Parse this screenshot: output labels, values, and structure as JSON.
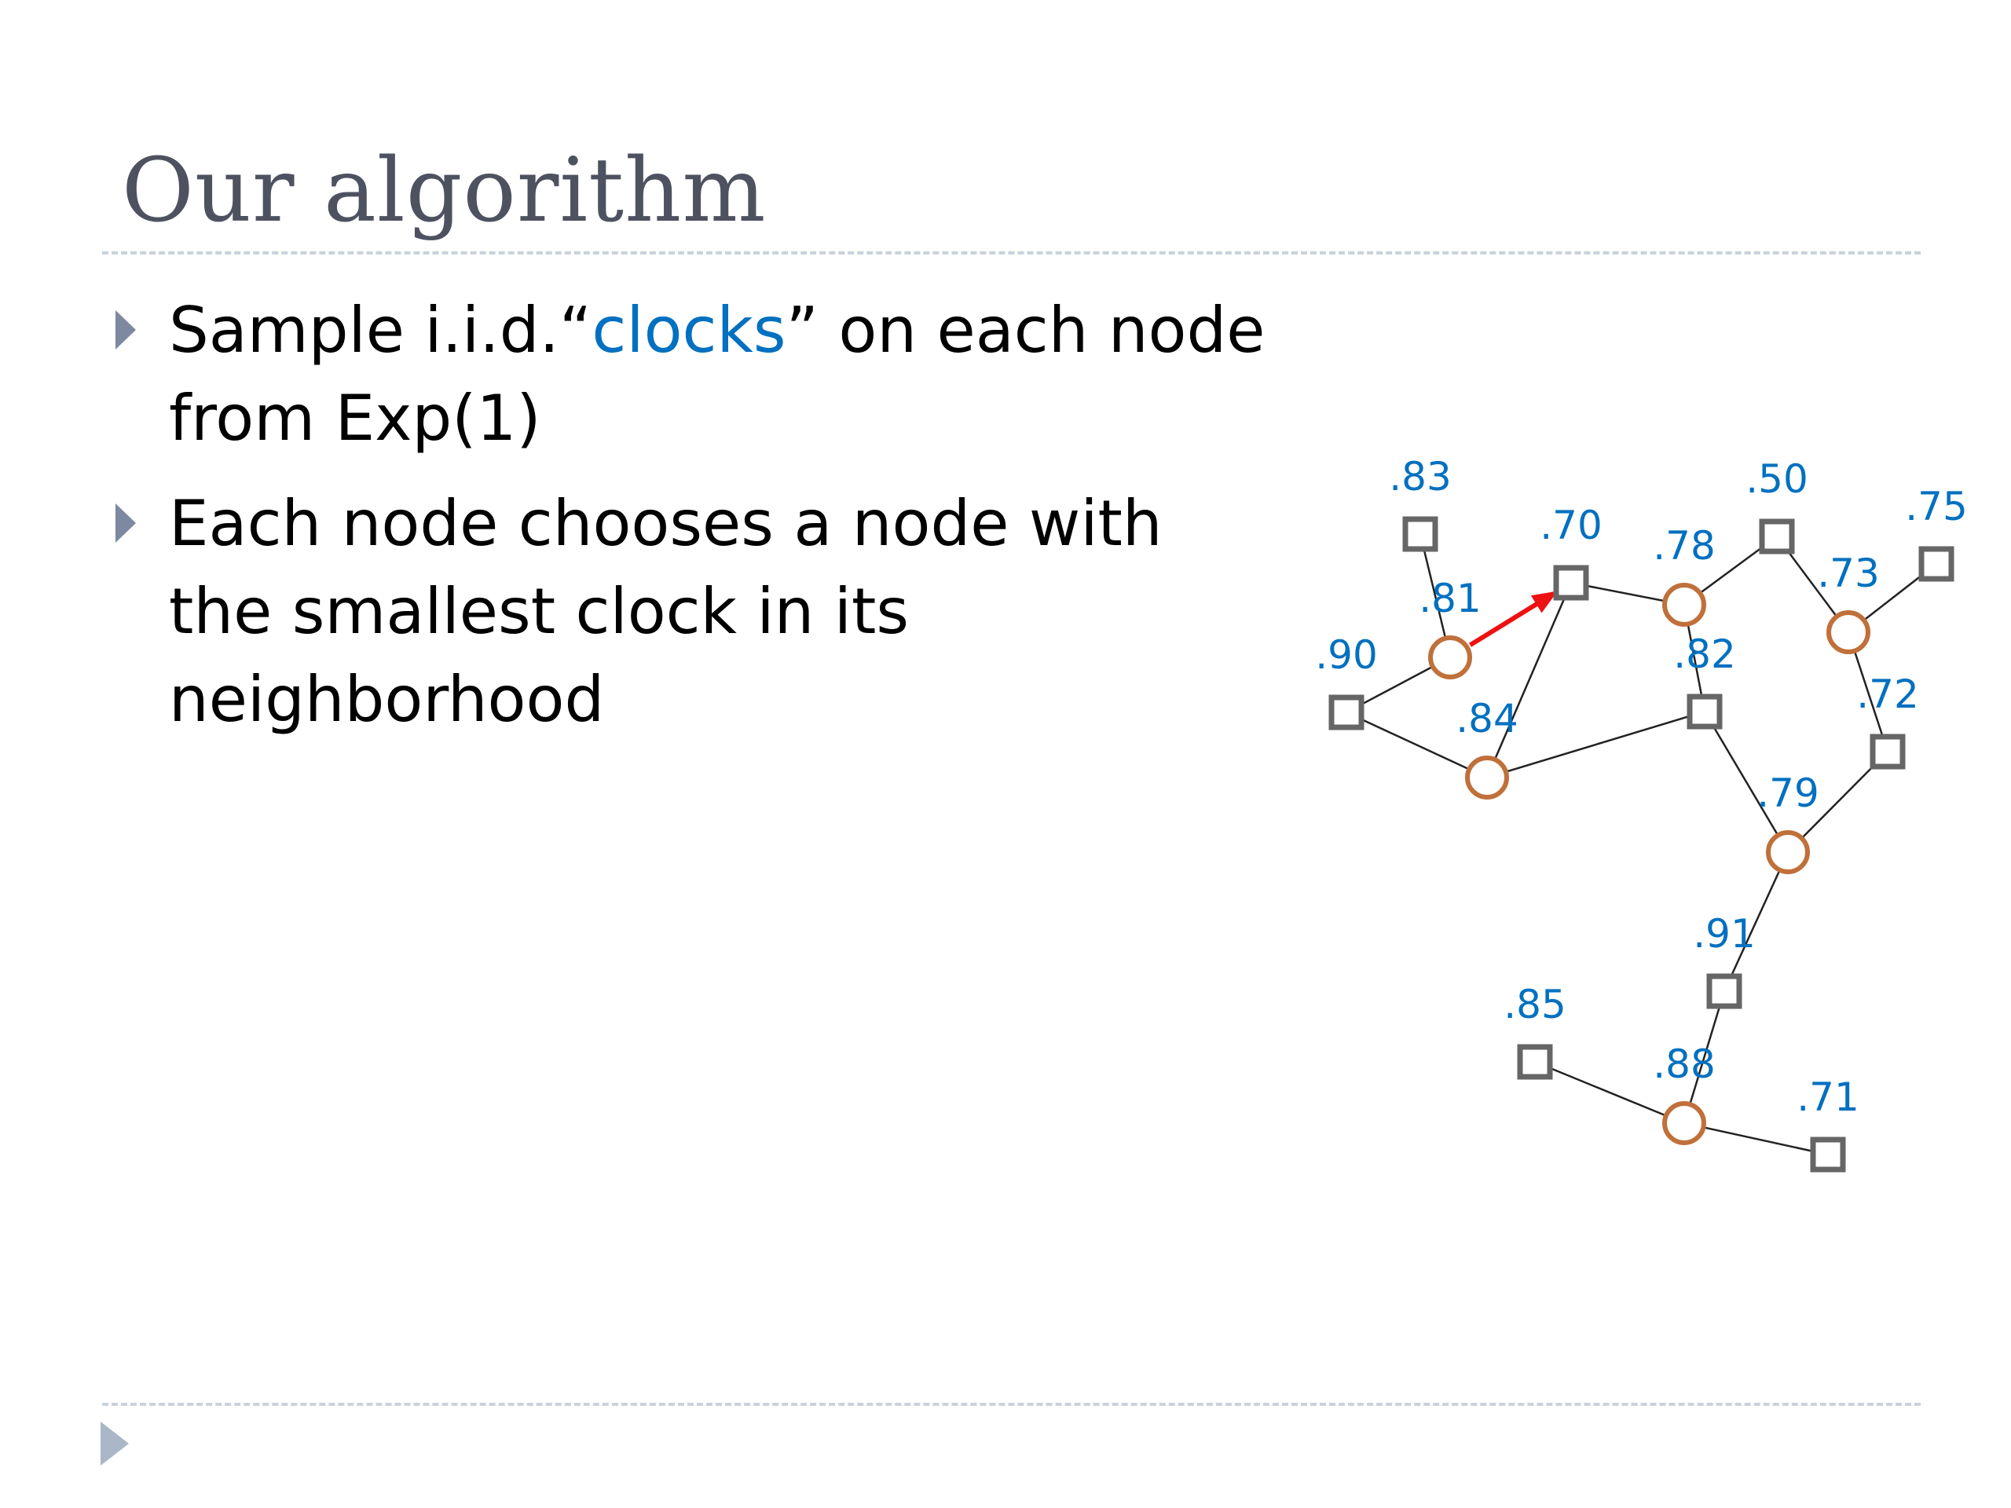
{
  "slide": {
    "title": "Our algorithm",
    "bullets": [
      {
        "before": "Sample i.i.d.“",
        "highlight": "clocks",
        "after": "” on each node from Exp(1)"
      },
      {
        "text": "Each node chooses a node with the smallest clock in its neighborhood"
      }
    ]
  },
  "colors": {
    "title": "#4e5260",
    "text": "#000000",
    "highlight": "#0070c0",
    "node_label": "#0070c0",
    "square_node": "#666666",
    "circle_node": "#c0703a",
    "edge": "#222222",
    "arrow": "#ee1111",
    "rule": "#c9d2dc",
    "bullet": "#7d89a1",
    "nav_arrow": "#a9b7c9"
  },
  "graph": {
    "nodes": [
      {
        "id": "n83",
        "label": ".83",
        "shape": "square"
      },
      {
        "id": "n70",
        "label": ".70",
        "shape": "square"
      },
      {
        "id": "n78",
        "label": ".78",
        "shape": "circle"
      },
      {
        "id": "n50",
        "label": ".50",
        "shape": "square"
      },
      {
        "id": "n75",
        "label": ".75",
        "shape": "square"
      },
      {
        "id": "n81",
        "label": ".81",
        "shape": "circle"
      },
      {
        "id": "n73",
        "label": ".73",
        "shape": "circle"
      },
      {
        "id": "n90",
        "label": ".90",
        "shape": "square"
      },
      {
        "id": "n82",
        "label": ".82",
        "shape": "square"
      },
      {
        "id": "n72",
        "label": ".72",
        "shape": "square"
      },
      {
        "id": "n84",
        "label": ".84",
        "shape": "circle"
      },
      {
        "id": "n79",
        "label": ".79",
        "shape": "circle"
      },
      {
        "id": "n91",
        "label": ".91",
        "shape": "square"
      },
      {
        "id": "n85",
        "label": ".85",
        "shape": "square"
      },
      {
        "id": "n88",
        "label": ".88",
        "shape": "circle"
      },
      {
        "id": "n71",
        "label": ".71",
        "shape": "square"
      }
    ],
    "edges": [
      [
        "n83",
        "n81"
      ],
      [
        "n81",
        "n90"
      ],
      [
        "n90",
        "n84"
      ],
      [
        "n84",
        "n70"
      ],
      [
        "n84",
        "n82"
      ],
      [
        "n70",
        "n78"
      ],
      [
        "n78",
        "n50"
      ],
      [
        "n78",
        "n82"
      ],
      [
        "n50",
        "n73"
      ],
      [
        "n73",
        "n75"
      ],
      [
        "n73",
        "n72"
      ],
      [
        "n72",
        "n79"
      ],
      [
        "n82",
        "n79"
      ],
      [
        "n79",
        "n91"
      ],
      [
        "n91",
        "n88"
      ],
      [
        "n85",
        "n88"
      ],
      [
        "n88",
        "n71"
      ]
    ],
    "arrows": [
      [
        "n81",
        "n70"
      ]
    ]
  }
}
